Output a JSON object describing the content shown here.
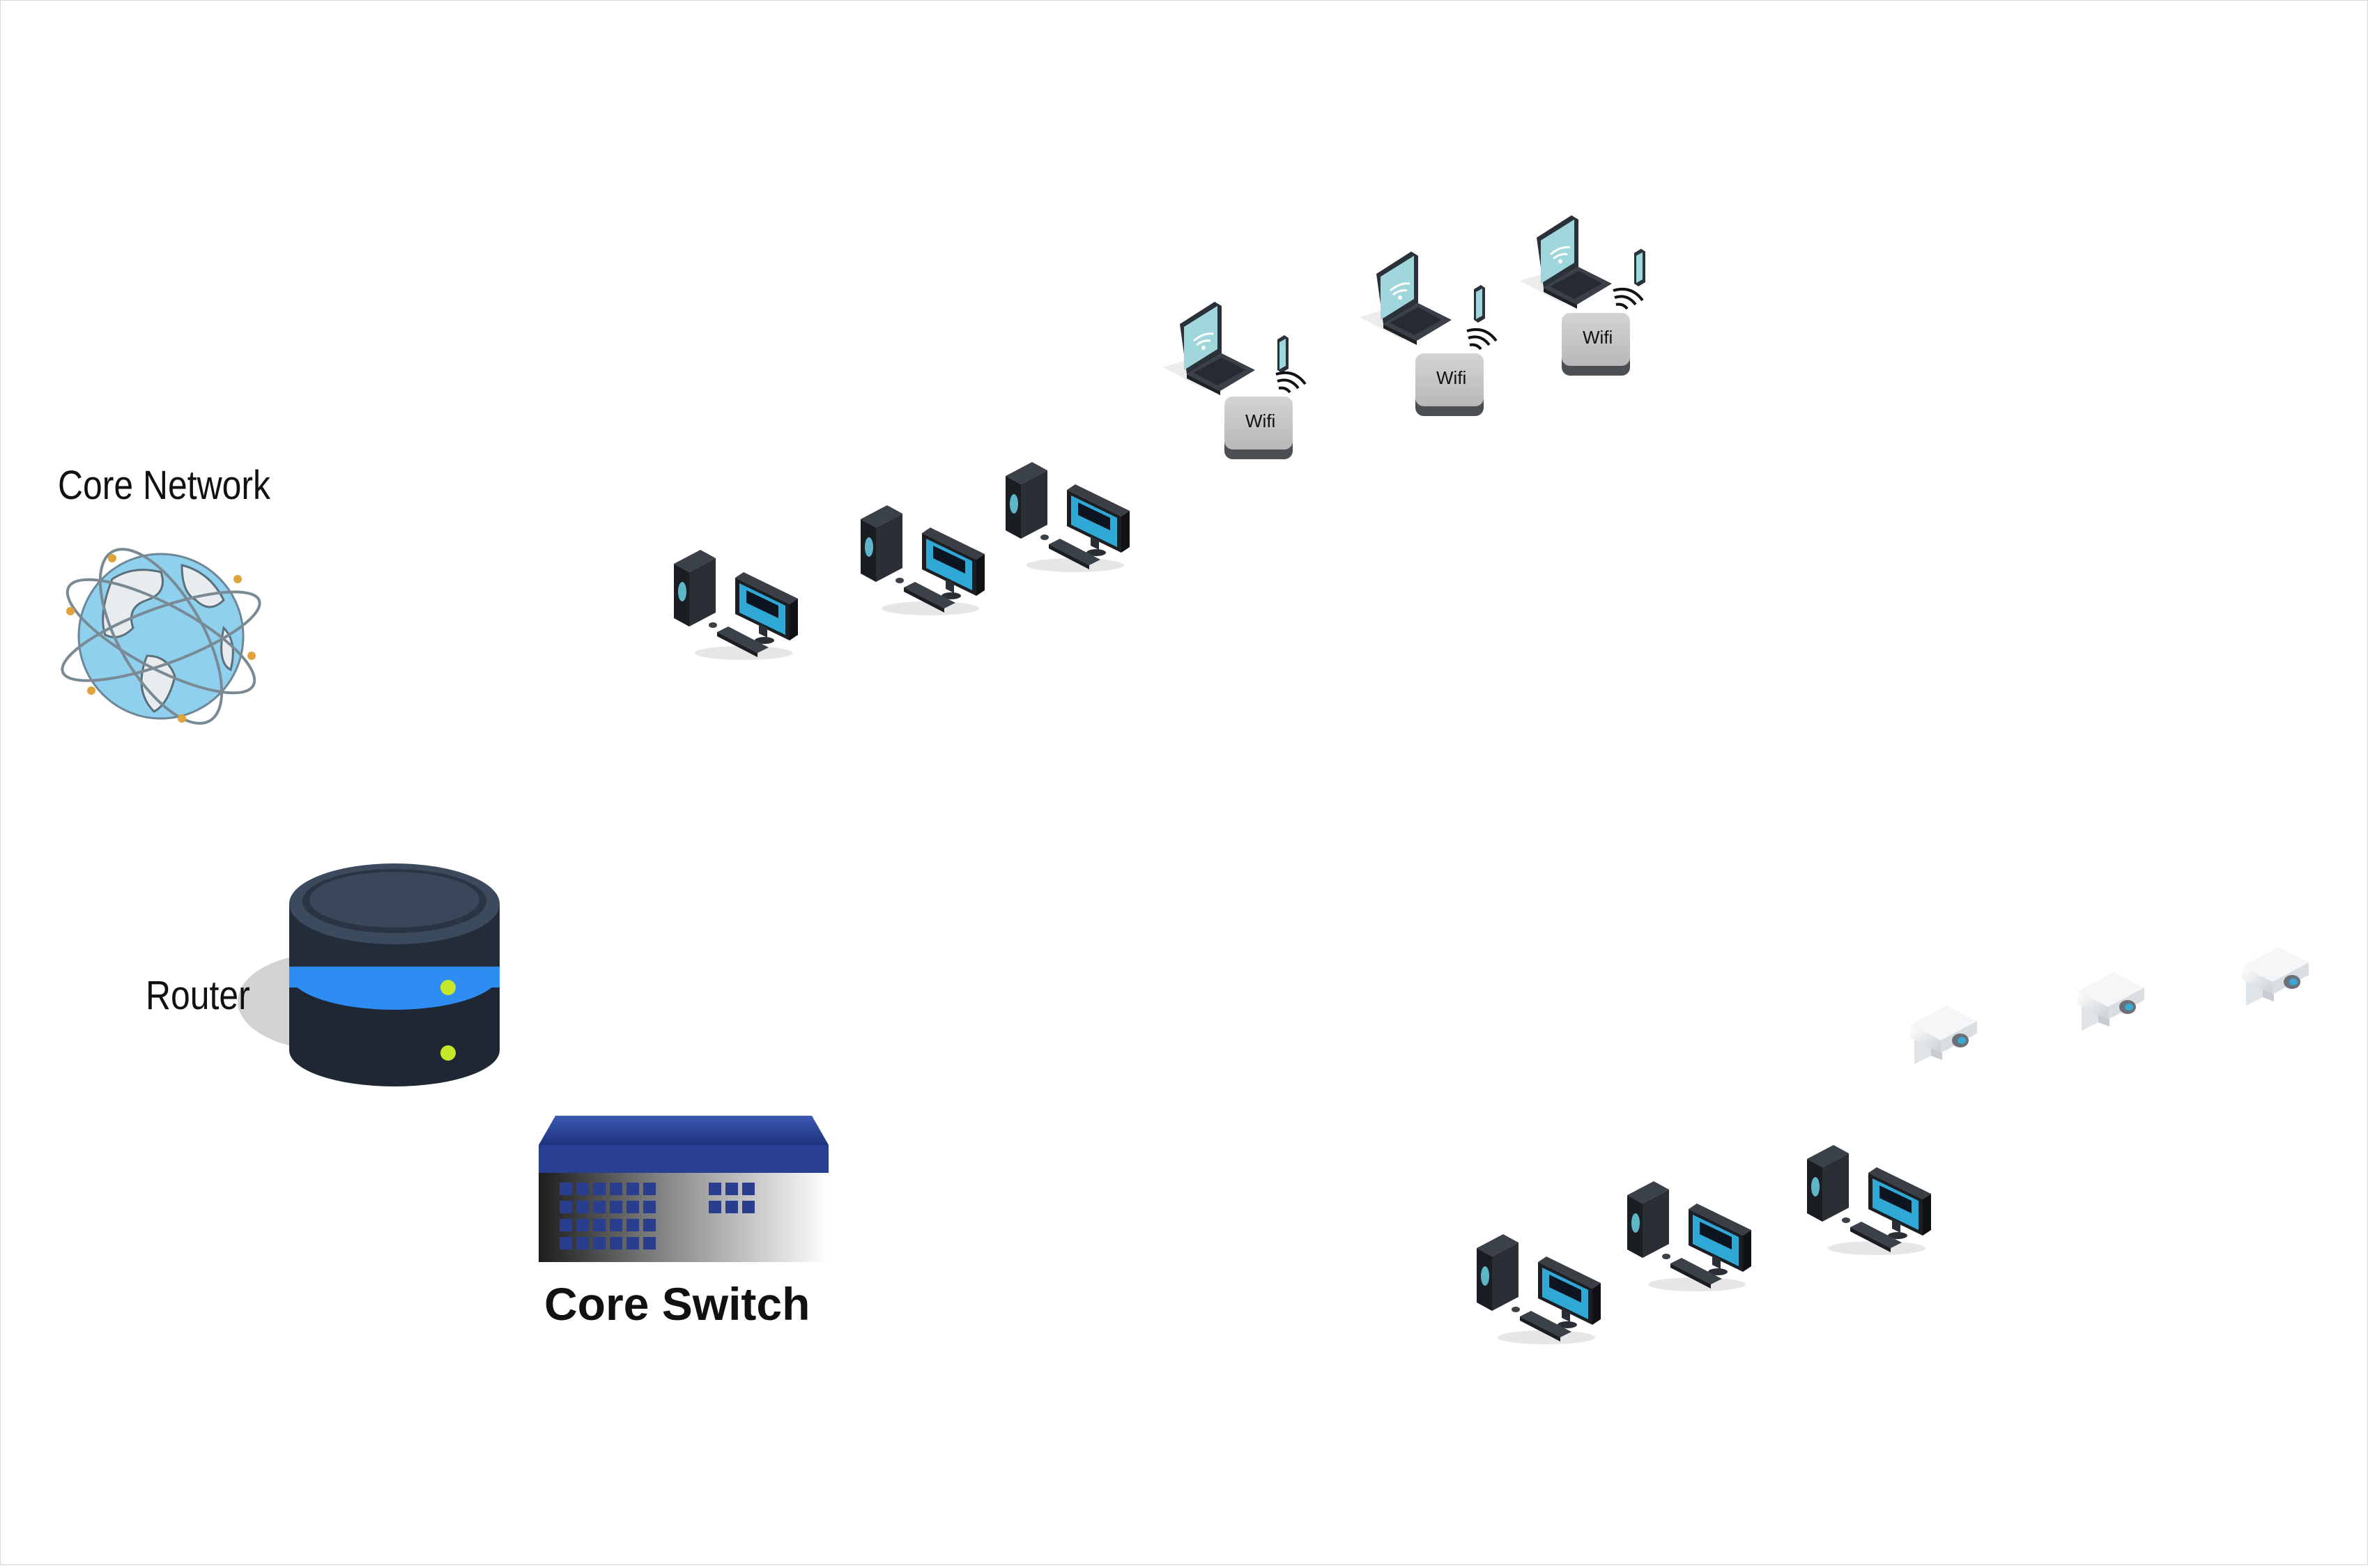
{
  "labels": {
    "core_network": "Core Network",
    "router": "Router",
    "core_switch": "Core Switch",
    "wifi": "Wifi"
  },
  "icons": {
    "globe": "globe-icon",
    "router": "router-icon",
    "switch": "switch-icon",
    "desktop": "desktop-computer-icon",
    "laptop": "laptop-icon",
    "access_point": "wifi-access-point-icon",
    "camera": "security-camera-icon"
  },
  "colors": {
    "globe_blue": "#8fd0ee",
    "router_dark": "#2c3747",
    "router_band": "#2e8df2",
    "switch_blue": "#283f94",
    "screen_blue": "#2fa8d6"
  }
}
